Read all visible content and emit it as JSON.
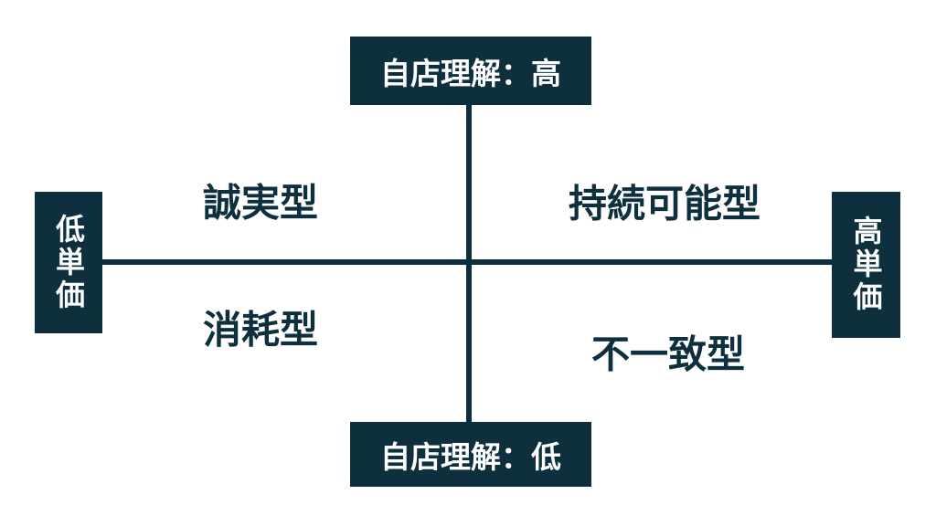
{
  "colors": {
    "dark": "#0e2f3e",
    "box_text": "#ffffff",
    "background": "#ffffff"
  },
  "matrix": {
    "top_axis": "自店理解：高",
    "bottom_axis": "自店理解：低",
    "left_axis": "低単価",
    "right_axis": "高単価",
    "quadrants": {
      "top_left": "誠実型",
      "top_right": "持続可能型",
      "bottom_left": "消耗型",
      "bottom_right": "不一致型"
    }
  }
}
